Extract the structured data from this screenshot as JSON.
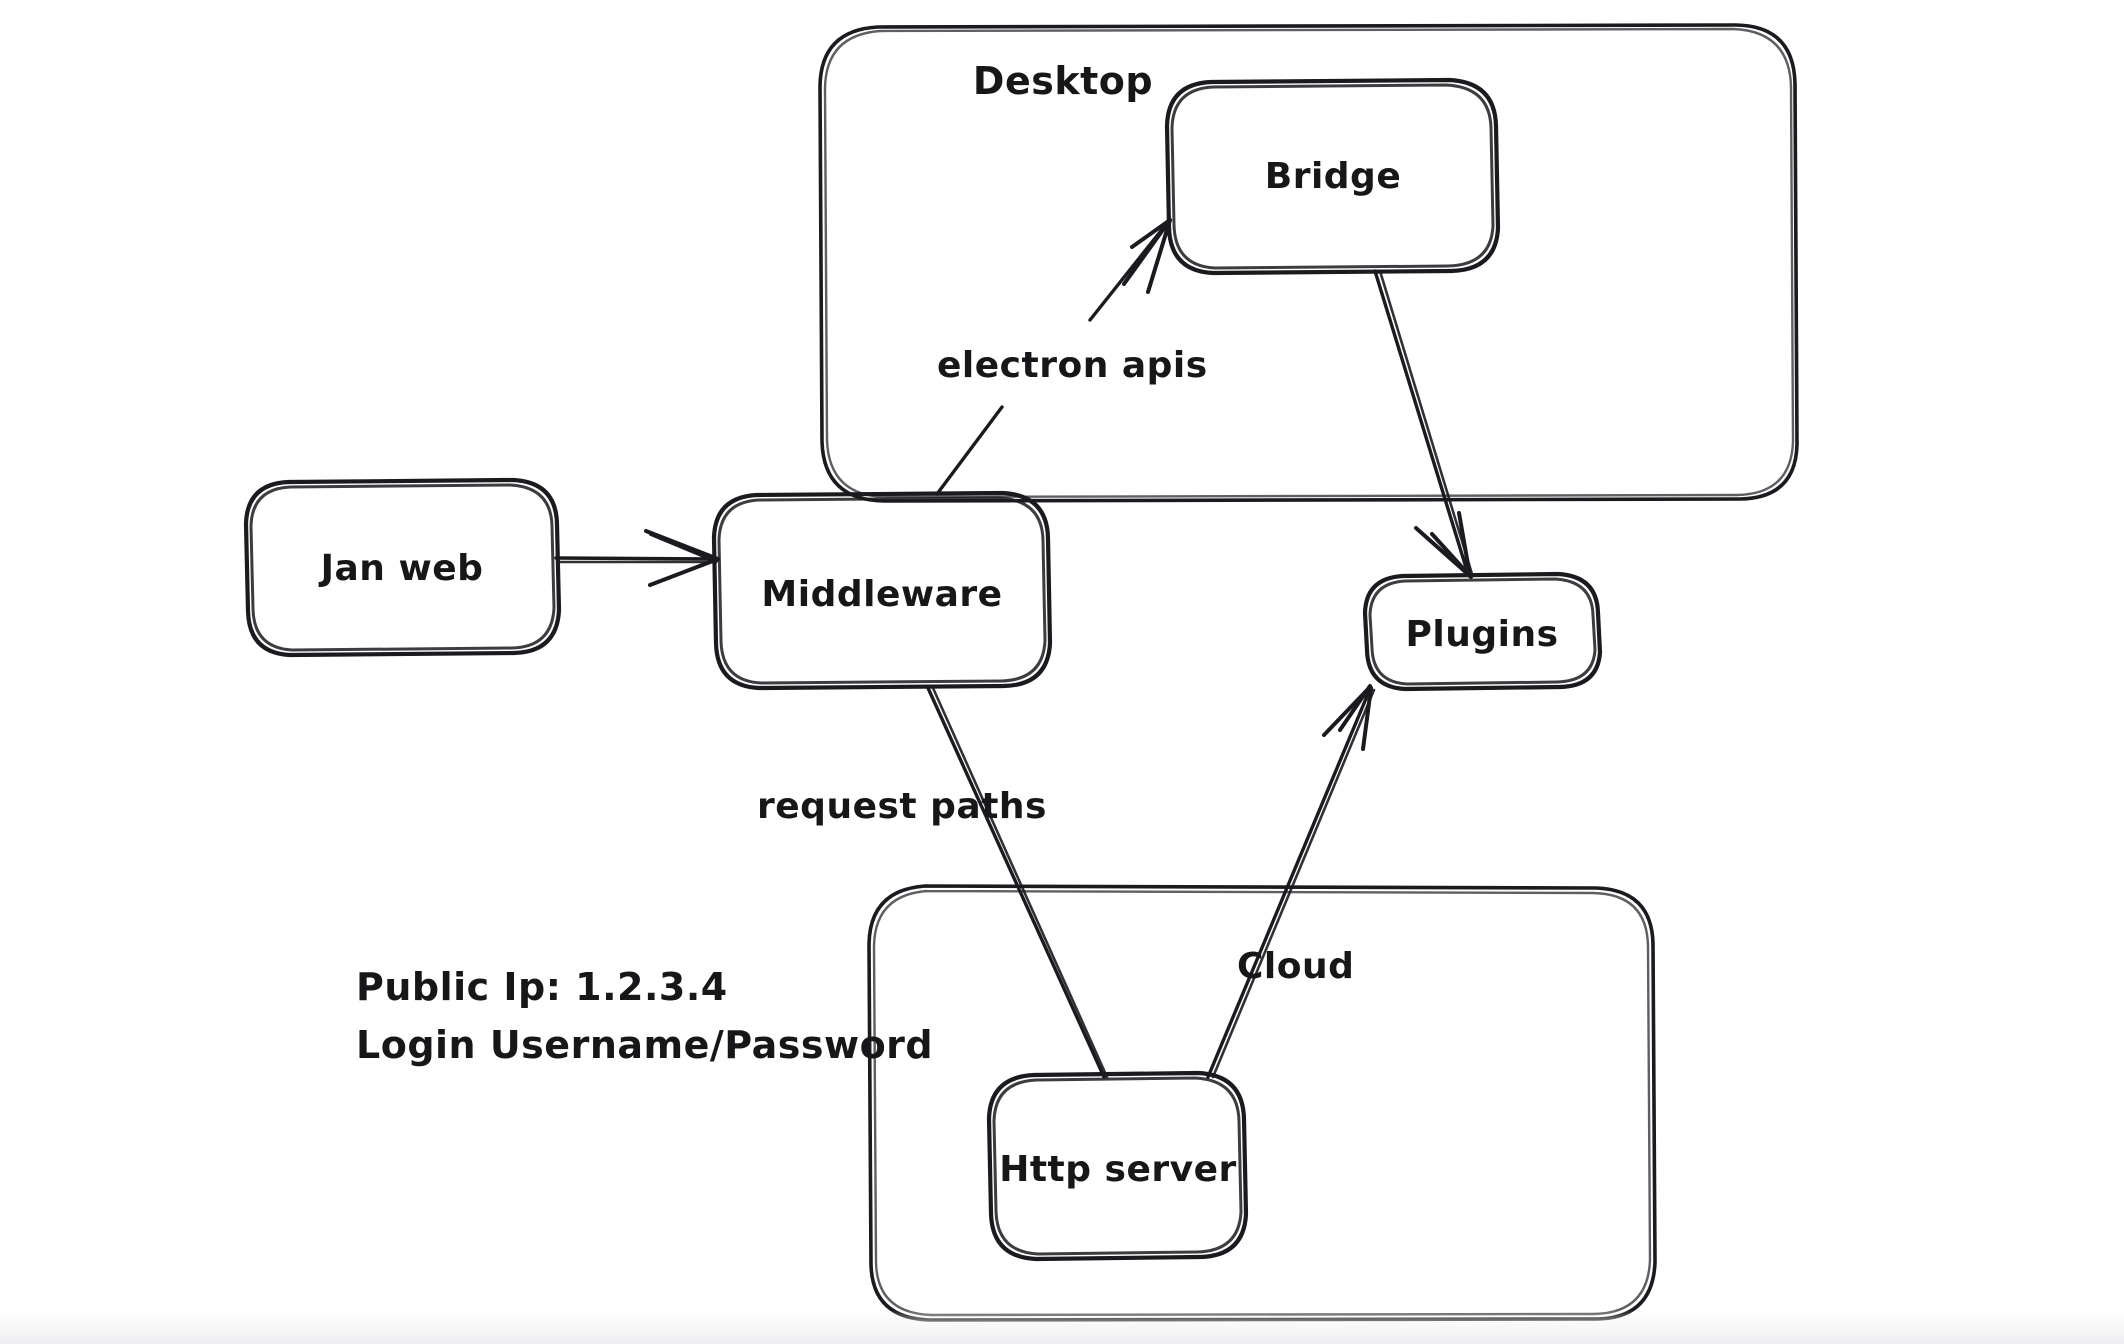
{
  "diagram": {
    "title": "Jan architecture flow",
    "background_color": "#ffffff",
    "stroke_color": "#1b1b1f",
    "style": "hand-drawn"
  },
  "containers": [
    {
      "id": "desktop",
      "label": "Desktop",
      "label_position": "top-center"
    },
    {
      "id": "cloud-container",
      "label": "",
      "label_position": "none"
    }
  ],
  "nodes": [
    {
      "id": "jan-web",
      "label": "Jan web"
    },
    {
      "id": "middleware",
      "label": "Middleware"
    },
    {
      "id": "bridge",
      "label": "Bridge"
    },
    {
      "id": "plugins",
      "label": "Plugins"
    },
    {
      "id": "http-server",
      "label": "Http server"
    }
  ],
  "edges": [
    {
      "id": "jan-web-to-middleware",
      "label": "",
      "from": "jan-web",
      "to": "middleware",
      "arrow": true
    },
    {
      "id": "middleware-to-bridge",
      "label": "electron apis",
      "from": "middleware",
      "to": "bridge",
      "arrow": true
    },
    {
      "id": "bridge-to-plugins",
      "label": "",
      "from": "bridge",
      "to": "plugins",
      "arrow": true
    },
    {
      "id": "middleware-to-http",
      "label": "request paths",
      "from": "middleware",
      "to": "http-server",
      "arrow": false
    },
    {
      "id": "http-to-plugins",
      "label": "Cloud",
      "from": "http-server",
      "to": "plugins",
      "arrow": true
    }
  ],
  "notes": {
    "public_ip_line": "Public Ip: 1.2.3.4",
    "login_line": "Login Username/Password"
  }
}
